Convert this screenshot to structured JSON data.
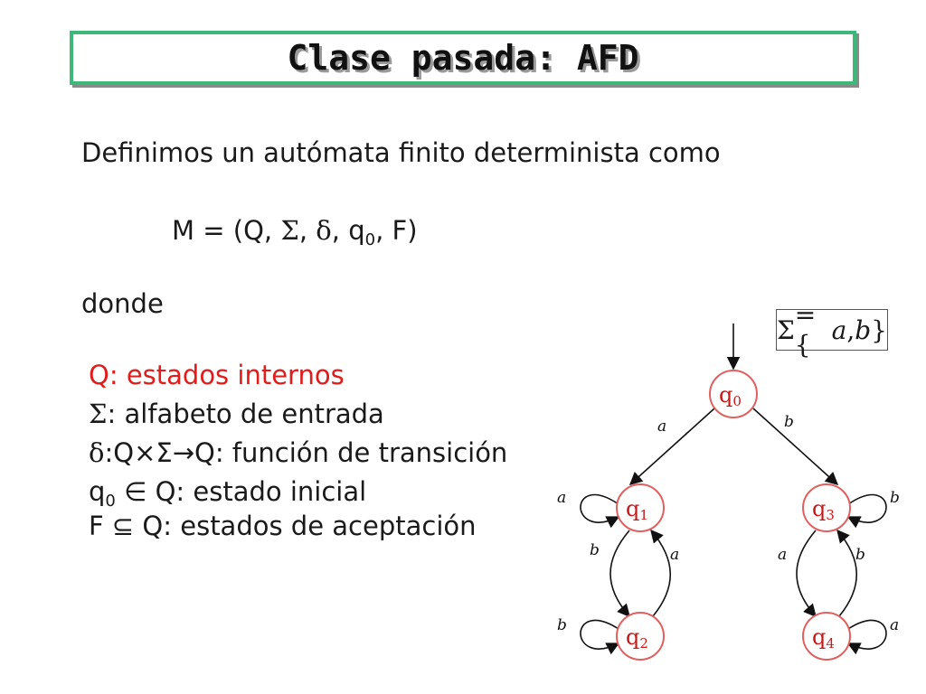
{
  "title": "Clase pasada: AFD",
  "intro": "Definimos un autómata finito determinista como",
  "tuple": {
    "prefix": "M = (Q, ",
    "sigma": "Σ",
    "sep1": ", ",
    "delta": "δ",
    "sep2": ", q",
    "q0_sub": "0",
    "suffix": ", F)"
  },
  "donde": "donde",
  "definitions": [
    {
      "symbol": "Q",
      "text": ": estados internos",
      "color": "#e21b1b"
    },
    {
      "symbol": "Σ",
      "text": ": alfabeto de entrada",
      "color": "#1a1a1a"
    },
    {
      "symbol": "δ",
      "text": ":Q×Σ→Q: función de transición",
      "color": "#1a1a1a"
    },
    {
      "symbol": "q",
      "sub": "0",
      "text": " ∈ Q: estado inicial",
      "color": "#1a1a1a"
    },
    {
      "symbol": "F",
      "text": " ⊆ Q: estados de aceptación",
      "color": "#1a1a1a"
    }
  ],
  "alphabet": {
    "sigma": "Σ",
    "eq": " = {",
    "a": "a",
    "comma": ", ",
    "b": "b",
    "close": "}"
  },
  "automaton": {
    "states": [
      {
        "id": "q0",
        "base": "q",
        "sub": "0"
      },
      {
        "id": "q1",
        "base": "q",
        "sub": "1"
      },
      {
        "id": "q2",
        "base": "q",
        "sub": "2"
      },
      {
        "id": "q3",
        "base": "q",
        "sub": "3"
      },
      {
        "id": "q4",
        "base": "q",
        "sub": "4"
      }
    ],
    "transitions": [
      {
        "from": "q0",
        "to": "q1",
        "label": "a"
      },
      {
        "from": "q0",
        "to": "q3",
        "label": "b"
      },
      {
        "from": "q1",
        "to": "q1",
        "label": "a"
      },
      {
        "from": "q1",
        "to": "q2",
        "label": "b"
      },
      {
        "from": "q2",
        "to": "q1",
        "label": "a"
      },
      {
        "from": "q2",
        "to": "q2",
        "label": "b"
      },
      {
        "from": "q3",
        "to": "q3",
        "label": "b"
      },
      {
        "from": "q3",
        "to": "q4",
        "label": "a"
      },
      {
        "from": "q4",
        "to": "q3",
        "label": "b"
      },
      {
        "from": "q4",
        "to": "q4",
        "label": "a"
      }
    ],
    "state_color": "#c81818",
    "state_border_color": "#e06060"
  }
}
